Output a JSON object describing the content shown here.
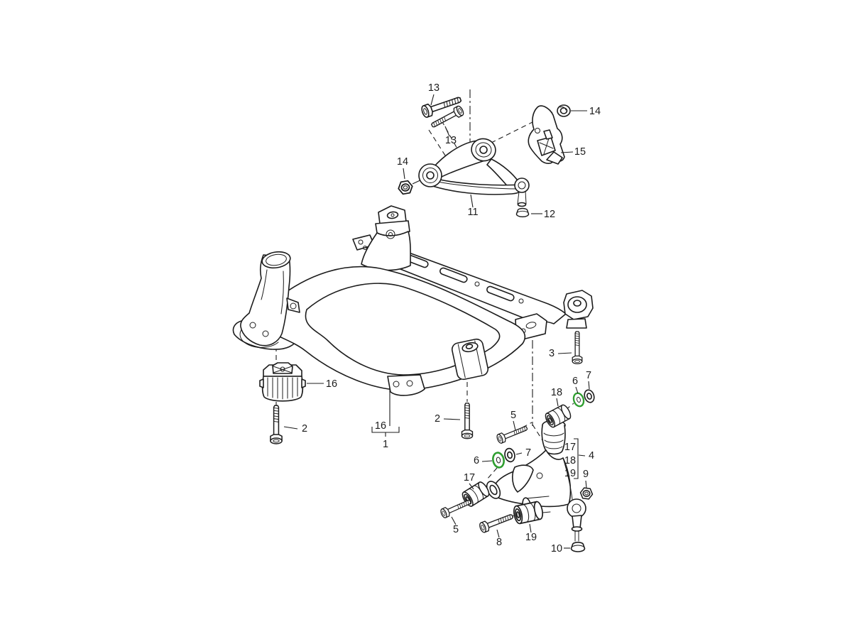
{
  "page": {
    "background_color": "#ffffff"
  },
  "diagram": {
    "kind": "exploded-parts-line-drawing",
    "line_color": "#1c1c1c",
    "highlight_color": "#2f9e30",
    "callouts": {
      "c13a": "13",
      "c13b": "13",
      "c14_left": "14",
      "c14_right": "14",
      "c15": "15",
      "c11": "11",
      "c12": "12",
      "c16_left": "16",
      "c2_left": "2",
      "c16_bottom": "16",
      "c1": "1",
      "c2_right": "2",
      "c3": "3",
      "c18_upper": "18",
      "c6_upper": "6",
      "c7_upper": "7",
      "c5_upper": "5",
      "c7_lower": "7",
      "c6_lower": "6",
      "c17_group": "17",
      "c18_group": "18",
      "c19_group": "19",
      "c4": "4",
      "c9": "9",
      "c17_left": "17",
      "c5_lower": "5",
      "c8": "8",
      "c19_bottom": "19",
      "c10": "10"
    }
  }
}
